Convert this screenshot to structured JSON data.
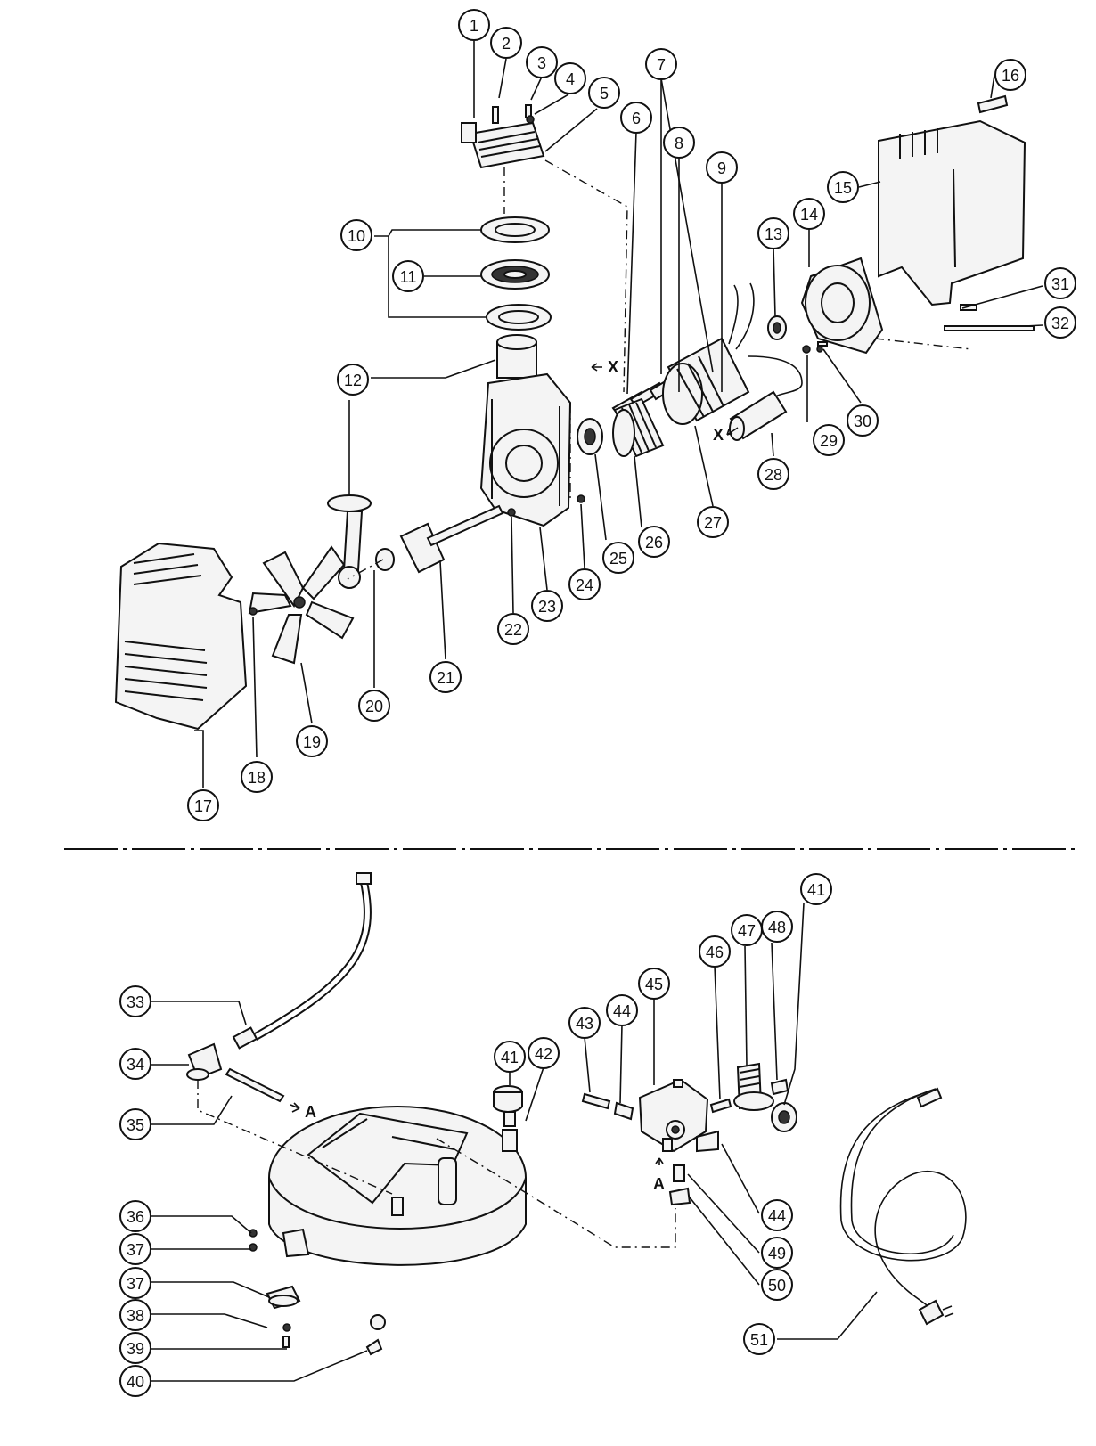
{
  "labels": [
    "1",
    "2",
    "3",
    "4",
    "5",
    "6",
    "7",
    "8",
    "9",
    "10",
    "11",
    "12",
    "13",
    "14",
    "15",
    "16",
    "17",
    "18",
    "19",
    "20",
    "21",
    "22",
    "23",
    "24",
    "25",
    "26",
    "27",
    "28",
    "29",
    "30",
    "31",
    "32",
    "33",
    "34",
    "35",
    "36",
    "37",
    "37",
    "38",
    "39",
    "40",
    "41",
    "41",
    "42",
    "43",
    "44",
    "44",
    "45",
    "46",
    "47",
    "48",
    "49",
    "50",
    "51"
  ],
  "section_markers": {
    "x_upper": "X",
    "x_lower": "X",
    "a_left": "A",
    "a_lower": "A"
  }
}
